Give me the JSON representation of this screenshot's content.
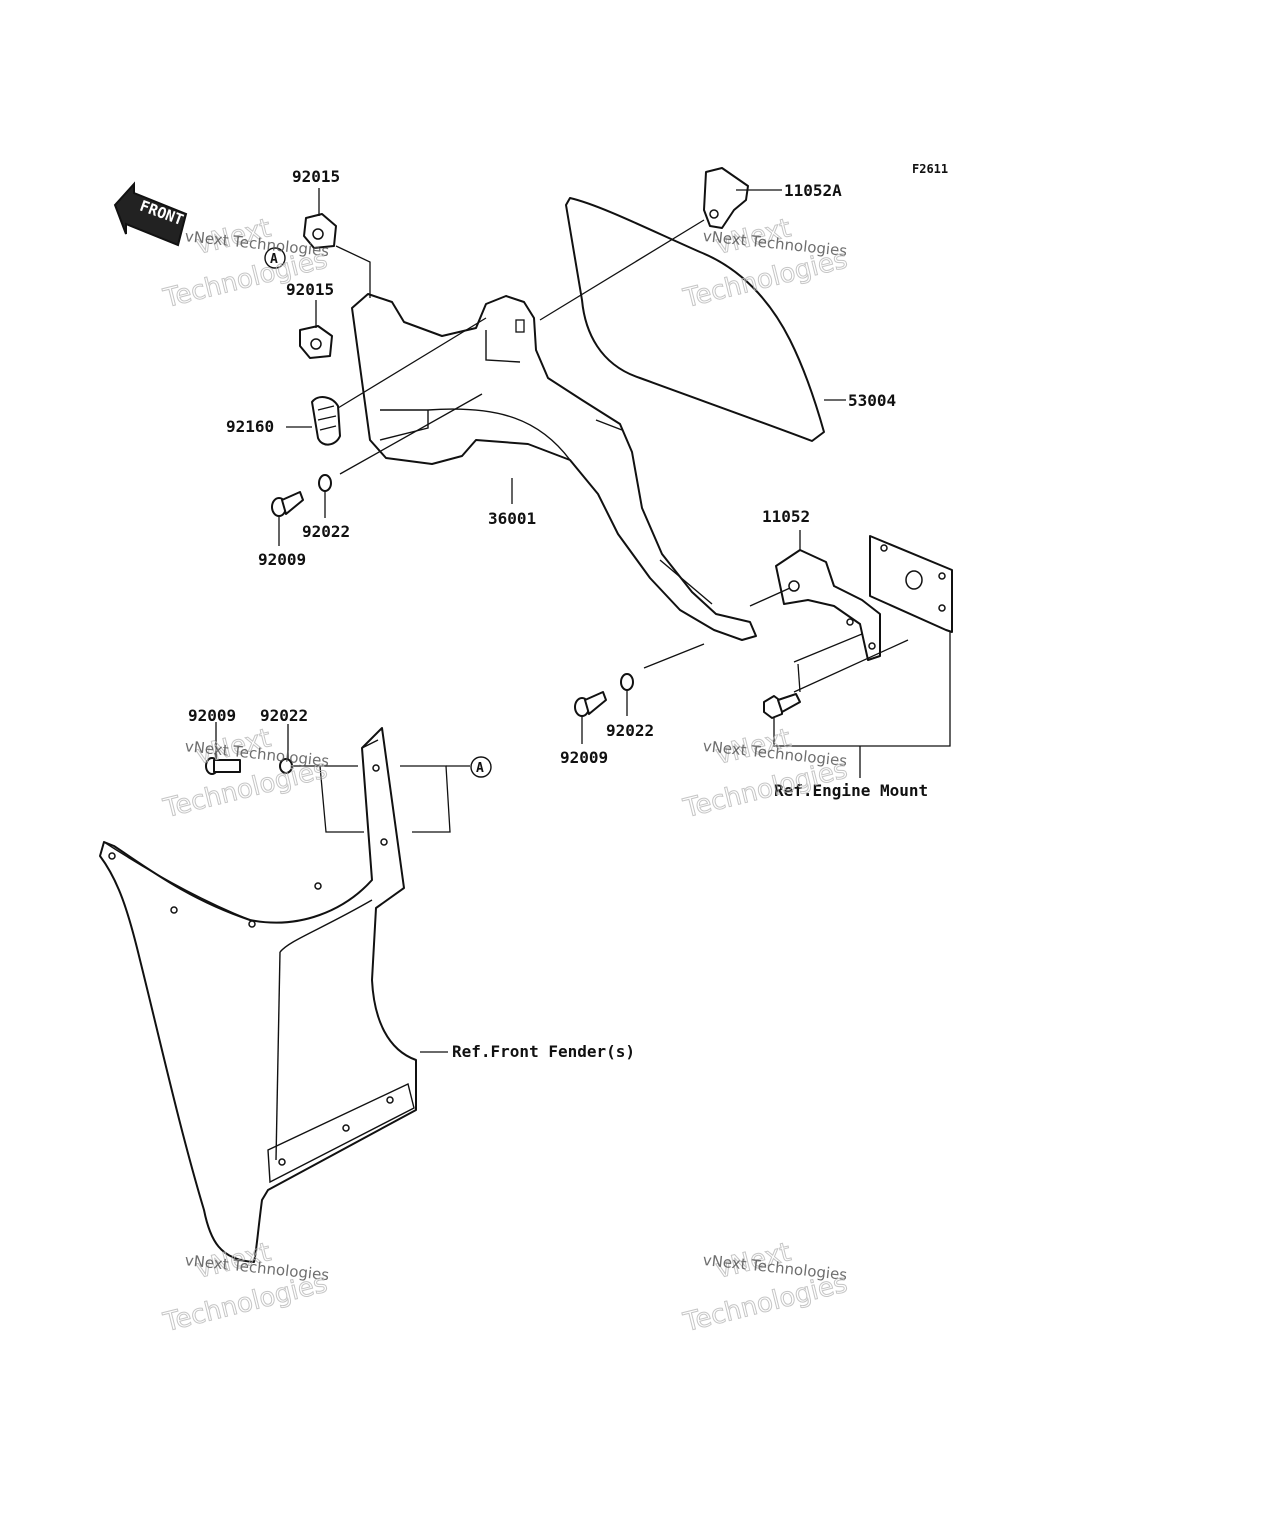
{
  "figure_code": "F2611",
  "front_arrow_label": "FRONT",
  "callout_letter": "A",
  "part_numbers": {
    "clip_top": "92015",
    "clip_mid": "92015",
    "grommet": "92160",
    "screw_left": "92009",
    "washer_left": "92022",
    "cover_main": "36001",
    "bracket_top": "11052A",
    "pad": "53004",
    "bracket_lower": "11052",
    "screw_mid": "92009",
    "washer_mid": "92022",
    "screw_fender": "92009",
    "washer_fender": "92022"
  },
  "references": {
    "engine_mount": "Ref.Engine Mount",
    "front_fender": "Ref.Front Fender(s)"
  },
  "watermark": {
    "line1": "vNext Technologies",
    "line2": "Technologies",
    "line3": "vNext"
  }
}
